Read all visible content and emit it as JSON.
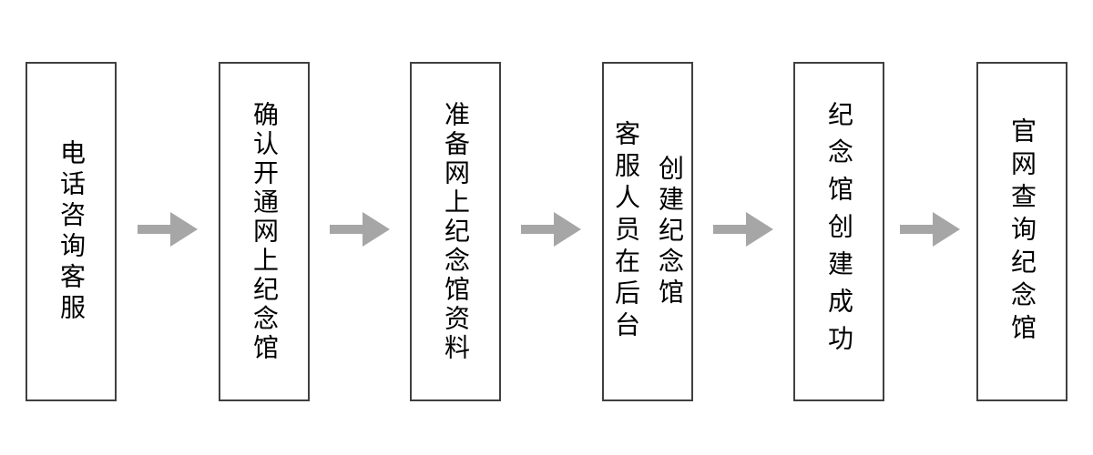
{
  "diagram": {
    "type": "flowchart",
    "direction": "left-to-right",
    "connector": "right-arrow",
    "colors": {
      "background": "#ffffff",
      "box_fill": "#ffffff",
      "box_border": "#404040",
      "text": "#000000",
      "arrow": "#a6a6a6"
    },
    "steps": [
      {
        "label": "电话咨询客服",
        "lines": [
          "电话咨询客服"
        ]
      },
      {
        "label": "确认开通网上纪念馆",
        "lines": [
          "确认开通网上纪念馆"
        ]
      },
      {
        "label": "准备网上纪念馆资料",
        "lines": [
          "准备网上纪念馆资料"
        ]
      },
      {
        "label": "客服人员在后台创建纪念馆",
        "lines": [
          "客服人员在后台",
          "创建纪念馆"
        ]
      },
      {
        "label": "纪念馆创建成功",
        "lines": [
          "纪念馆创建成功"
        ]
      },
      {
        "label": "官网查询纪念馆",
        "lines": [
          "官网查询纪念馆"
        ]
      }
    ]
  }
}
